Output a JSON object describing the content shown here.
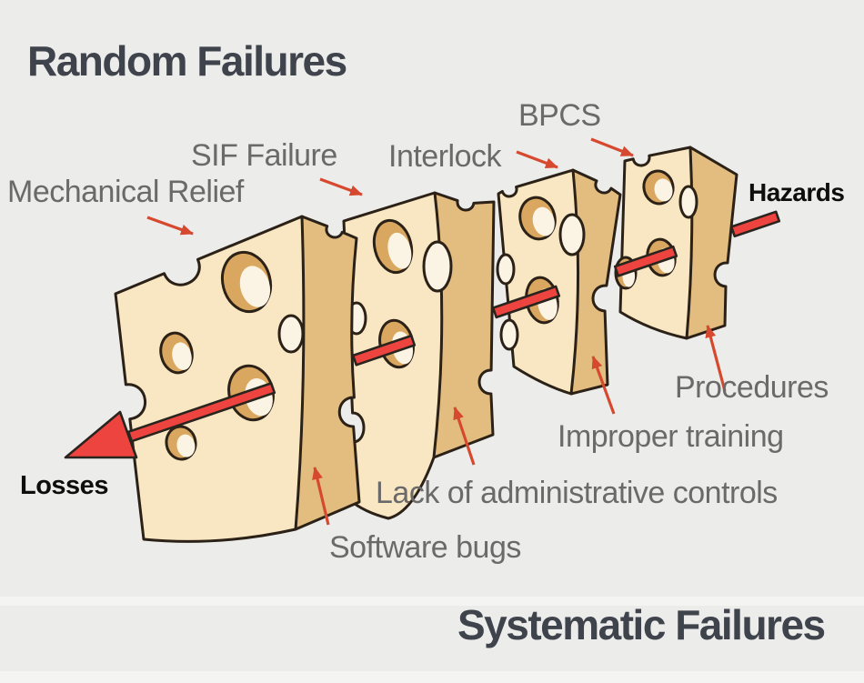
{
  "diagram": {
    "type": "swiss-cheese-model",
    "region_top_left_label": "Random Failures",
    "region_bottom_right_label": "Systematic Failures",
    "hazard_label": "Hazards",
    "loss_label": "Losses",
    "barriers": [
      "Mechanical Relief",
      "SIF Failure",
      "Interlock",
      "BPCS"
    ],
    "systematic_failure_examples": [
      "Software bugs",
      "Lack of administrative controls",
      "Improper training",
      "Procedures"
    ]
  },
  "colors": {
    "background": "#ececeb",
    "cheese_face": "#f8e7c2",
    "cheese_side": "#e3bd80",
    "hole_rim": "#d9a75f",
    "hole_highlight": "#fbf4e4",
    "outline": "#2b2117",
    "hazard_arrow": "#ee4440",
    "label_arrow": "#d6492e",
    "heading_text": "#3f434c",
    "label_text": "#6a6a6a",
    "endpoint_text": "#0e0e0e"
  }
}
